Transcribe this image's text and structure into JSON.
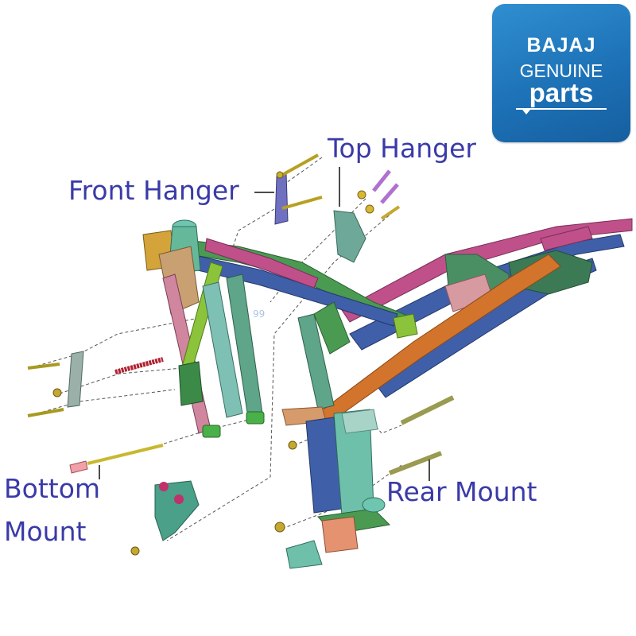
{
  "logo": {
    "brand": "BAJAJ",
    "line2": "GENUINE",
    "line3": "parts"
  },
  "labels": {
    "front_hanger": "Front Hanger",
    "top_hanger": "Top Hanger",
    "bottom_mount_line1": "Bottom",
    "bottom_mount_line2": "Mount",
    "rear_mount": "Rear Mount"
  },
  "watermark": "99",
  "colors": {
    "label_text": "#3a3aa8",
    "logo_bg": "#1c6fb4",
    "frame_blue": "#3f5fa8",
    "frame_green": "#52a04a",
    "frame_teal": "#5ea58a",
    "frame_pink": "#c0508a",
    "frame_orange": "#d2742c",
    "frame_tan": "#c9a072"
  }
}
